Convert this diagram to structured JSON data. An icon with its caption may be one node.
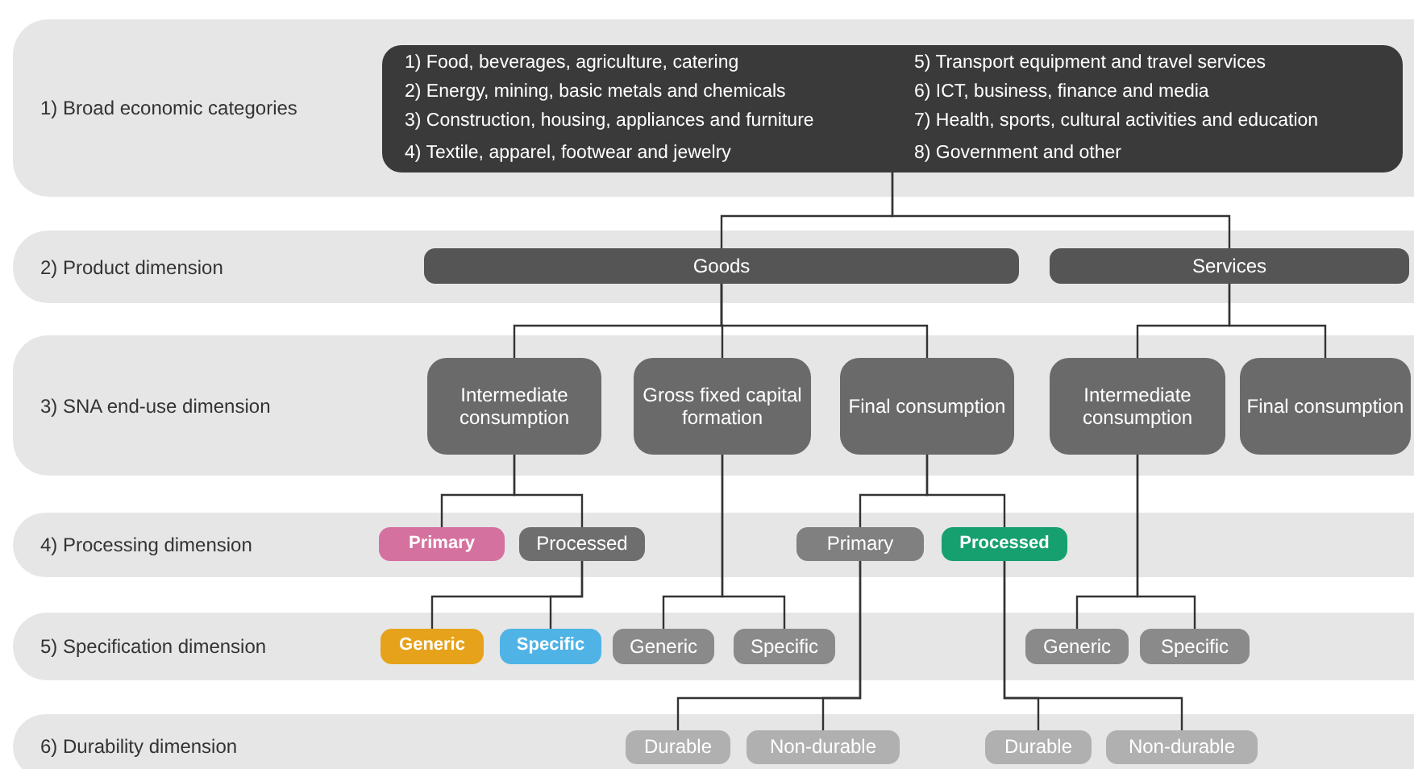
{
  "diagram": {
    "nodes": [
      {
        "text": [
          "1) Broad economic categories"
        ]
      },
      {
        "text": [
          "1) Food, beverages, agriculture, catering",
          "2) Energy, mining, basic metals and chemicals",
          "3) Construction, housing, appliances and furniture",
          "4) Textile, apparel, footwear and jewelry",
          "5) Transport equipment and travel services",
          "6) ICT, business, finance and media",
          "7) Health, sports, cultural activities and education",
          "8) Government and other"
        ],
        "in": 0
      },
      {
        "text": [
          "2) Product dimension"
        ]
      },
      {
        "text": [
          "Goods"
        ],
        "in": 2
      },
      {
        "text": [
          "Services"
        ],
        "in": 2
      },
      {
        "text": [
          "3) SNA end-use dimension"
        ]
      },
      {
        "text": [
          "Intermediate consumption"
        ],
        "in": 5
      },
      {
        "text": [
          "Gross fixed capital formation"
        ],
        "in": 5
      },
      {
        "text": [
          "Final consumption"
        ],
        "in": 5
      },
      {
        "text": [
          "Intermediate consumption"
        ],
        "in": 5
      },
      {
        "text": [
          "Final consumption"
        ],
        "in": 5
      },
      {
        "text": [
          "4) Processing dimension"
        ]
      },
      {
        "text": [
          "Primary"
        ],
        "in": 11
      },
      {
        "text": [
          "Processed"
        ],
        "in": 11
      },
      {
        "text": [
          "Primary"
        ],
        "in": 11
      },
      {
        "text": [
          "Processed"
        ],
        "in": 11
      },
      {
        "text": [
          "5) Specification dimension"
        ]
      },
      {
        "text": [
          "Generic"
        ],
        "in": 16
      },
      {
        "text": [
          "Specific"
        ],
        "in": 16
      },
      {
        "text": [
          "Generic"
        ],
        "in": 16
      },
      {
        "text": [
          "Specific"
        ],
        "in": 16
      },
      {
        "text": [
          "Generic"
        ],
        "in": 16
      },
      {
        "text": [
          "Specific"
        ],
        "in": 16
      },
      {
        "text": [
          "6) Durability dimension"
        ]
      },
      {
        "text": [
          "Durable"
        ],
        "in": 23
      },
      {
        "text": [
          "Non-durable"
        ],
        "in": 23
      },
      {
        "text": [
          "Durable"
        ],
        "in": 23
      },
      {
        "text": [
          "Non-durable"
        ],
        "in": 23
      }
    ],
    "edges": [
      {
        "from": 1,
        "to": 3,
        "arrow": "none"
      },
      {
        "from": 1,
        "to": 4,
        "arrow": "none"
      },
      {
        "from": 3,
        "to": 6,
        "arrow": "none"
      },
      {
        "from": 3,
        "to": 7,
        "arrow": "none"
      },
      {
        "from": 3,
        "to": 8,
        "arrow": "none"
      },
      {
        "from": 4,
        "to": 9,
        "arrow": "none"
      },
      {
        "from": 4,
        "to": 10,
        "arrow": "none"
      },
      {
        "from": 6,
        "to": 12,
        "arrow": "none"
      },
      {
        "from": 6,
        "to": 13,
        "arrow": "none"
      },
      {
        "from": 13,
        "to": 17,
        "arrow": "none"
      },
      {
        "from": 13,
        "to": 18,
        "arrow": "none"
      },
      {
        "from": 7,
        "to": 19,
        "arrow": "none"
      },
      {
        "from": 7,
        "to": 20,
        "arrow": "none"
      },
      {
        "from": 8,
        "to": 14,
        "arrow": "none"
      },
      {
        "from": 8,
        "to": 15,
        "arrow": "none"
      },
      {
        "from": 9,
        "to": 21,
        "arrow": "none"
      },
      {
        "from": 9,
        "to": 22,
        "arrow": "none"
      },
      {
        "from": 14,
        "to": 24,
        "arrow": "none"
      },
      {
        "from": 14,
        "to": 25,
        "arrow": "none"
      },
      {
        "from": 15,
        "to": 26,
        "arrow": "none"
      },
      {
        "from": 15,
        "to": 27,
        "arrow": "none"
      }
    ]
  }
}
